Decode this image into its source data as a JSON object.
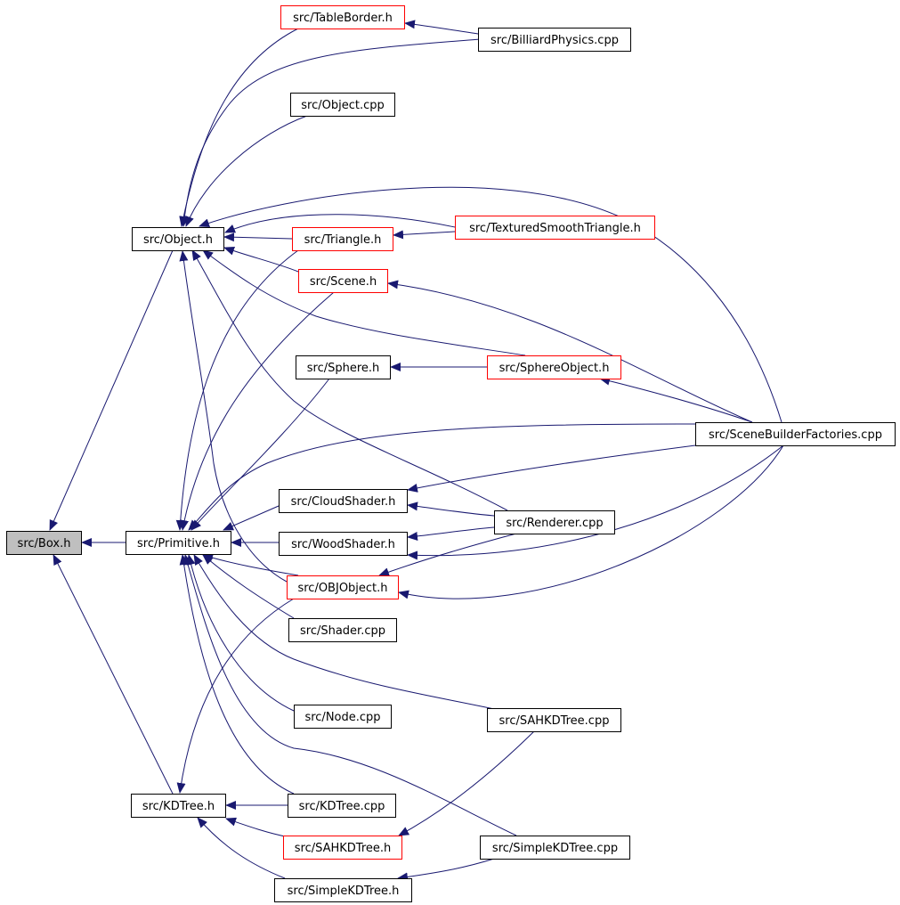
{
  "nodes": [
    {
      "id": "box_h",
      "label": "src/Box.h",
      "kind": "root"
    },
    {
      "id": "primitive_h",
      "label": "src/Primitive.h",
      "kind": "plain"
    },
    {
      "id": "object_h",
      "label": "src/Object.h",
      "kind": "plain"
    },
    {
      "id": "kdtree_h",
      "label": "src/KDTree.h",
      "kind": "plain"
    },
    {
      "id": "tableborder_h",
      "label": "src/TableBorder.h",
      "kind": "truncated"
    },
    {
      "id": "billiardphysics_cpp",
      "label": "src/BilliardPhysics.cpp",
      "kind": "plain"
    },
    {
      "id": "object_cpp",
      "label": "src/Object.cpp",
      "kind": "plain"
    },
    {
      "id": "triangle_h",
      "label": "src/Triangle.h",
      "kind": "truncated"
    },
    {
      "id": "texturedsmoothtriangle_h",
      "label": "src/TexturedSmoothTriangle.h",
      "kind": "truncated"
    },
    {
      "id": "scene_h",
      "label": "src/Scene.h",
      "kind": "truncated"
    },
    {
      "id": "sphere_h",
      "label": "src/Sphere.h",
      "kind": "plain"
    },
    {
      "id": "sphereobject_h",
      "label": "src/SphereObject.h",
      "kind": "truncated"
    },
    {
      "id": "scenebuilderfactories_cpp",
      "label": "src/SceneBuilderFactories.cpp",
      "kind": "plain"
    },
    {
      "id": "cloudshader_h",
      "label": "src/CloudShader.h",
      "kind": "plain"
    },
    {
      "id": "renderer_cpp",
      "label": "src/Renderer.cpp",
      "kind": "plain"
    },
    {
      "id": "woodshader_h",
      "label": "src/WoodShader.h",
      "kind": "plain"
    },
    {
      "id": "objobject_h",
      "label": "src/OBJObject.h",
      "kind": "truncated"
    },
    {
      "id": "shader_cpp",
      "label": "src/Shader.cpp",
      "kind": "plain"
    },
    {
      "id": "node_cpp",
      "label": "src/Node.cpp",
      "kind": "plain"
    },
    {
      "id": "sahkdtree_cpp",
      "label": "src/SAHKDTree.cpp",
      "kind": "plain"
    },
    {
      "id": "kdtree_cpp",
      "label": "src/KDTree.cpp",
      "kind": "plain"
    },
    {
      "id": "sahkdtree_h",
      "label": "src/SAHKDTree.h",
      "kind": "truncated"
    },
    {
      "id": "simplekdtree_cpp",
      "label": "src/SimpleKDTree.cpp",
      "kind": "plain"
    },
    {
      "id": "simplekdtree_h",
      "label": "src/SimpleKDTree.h",
      "kind": "plain"
    }
  ],
  "edges": [
    {
      "from": "primitive_h",
      "to": "box_h"
    },
    {
      "from": "object_h",
      "to": "box_h"
    },
    {
      "from": "kdtree_h",
      "to": "box_h"
    },
    {
      "from": "tableborder_h",
      "to": "object_h"
    },
    {
      "from": "billiardphysics_cpp",
      "to": "object_h"
    },
    {
      "from": "billiardphysics_cpp",
      "to": "tableborder_h"
    },
    {
      "from": "object_cpp",
      "to": "object_h"
    },
    {
      "from": "triangle_h",
      "to": "object_h"
    },
    {
      "from": "texturedsmoothtriangle_h",
      "to": "object_h"
    },
    {
      "from": "texturedsmoothtriangle_h",
      "to": "triangle_h"
    },
    {
      "from": "scene_h",
      "to": "object_h"
    },
    {
      "from": "sphereobject_h",
      "to": "object_h"
    },
    {
      "from": "sphereobject_h",
      "to": "sphere_h"
    },
    {
      "from": "scenebuilderfactories_cpp",
      "to": "object_h"
    },
    {
      "from": "scenebuilderfactories_cpp",
      "to": "scene_h"
    },
    {
      "from": "scenebuilderfactories_cpp",
      "to": "sphereobject_h"
    },
    {
      "from": "scenebuilderfactories_cpp",
      "to": "primitive_h"
    },
    {
      "from": "scenebuilderfactories_cpp",
      "to": "cloudshader_h"
    },
    {
      "from": "scenebuilderfactories_cpp",
      "to": "woodshader_h"
    },
    {
      "from": "scenebuilderfactories_cpp",
      "to": "objobject_h"
    },
    {
      "from": "renderer_cpp",
      "to": "object_h"
    },
    {
      "from": "renderer_cpp",
      "to": "cloudshader_h"
    },
    {
      "from": "renderer_cpp",
      "to": "woodshader_h"
    },
    {
      "from": "renderer_cpp",
      "to": "objobject_h"
    },
    {
      "from": "objobject_h",
      "to": "object_h"
    },
    {
      "from": "objobject_h",
      "to": "primitive_h"
    },
    {
      "from": "triangle_h",
      "to": "primitive_h"
    },
    {
      "from": "scene_h",
      "to": "primitive_h"
    },
    {
      "from": "sphere_h",
      "to": "primitive_h"
    },
    {
      "from": "cloudshader_h",
      "to": "primitive_h"
    },
    {
      "from": "woodshader_h",
      "to": "primitive_h"
    },
    {
      "from": "shader_cpp",
      "to": "primitive_h"
    },
    {
      "from": "node_cpp",
      "to": "primitive_h"
    },
    {
      "from": "sahkdtree_cpp",
      "to": "primitive_h"
    },
    {
      "from": "kdtree_cpp",
      "to": "primitive_h"
    },
    {
      "from": "simplekdtree_cpp",
      "to": "primitive_h"
    },
    {
      "from": "objobject_h",
      "to": "kdtree_h"
    },
    {
      "from": "kdtree_cpp",
      "to": "kdtree_h"
    },
    {
      "from": "sahkdtree_h",
      "to": "kdtree_h"
    },
    {
      "from": "simplekdtree_h",
      "to": "kdtree_h"
    },
    {
      "from": "sahkdtree_cpp",
      "to": "sahkdtree_h"
    },
    {
      "from": "simplekdtree_cpp",
      "to": "simplekdtree_h"
    }
  ],
  "colors": {
    "edge": "#191970",
    "arrowhead": "#191970",
    "node_border_plain": "#000000",
    "node_border_truncated": "#ff0000",
    "root_fill": "#bfbfbf",
    "node_fill": "#ffffff"
  }
}
